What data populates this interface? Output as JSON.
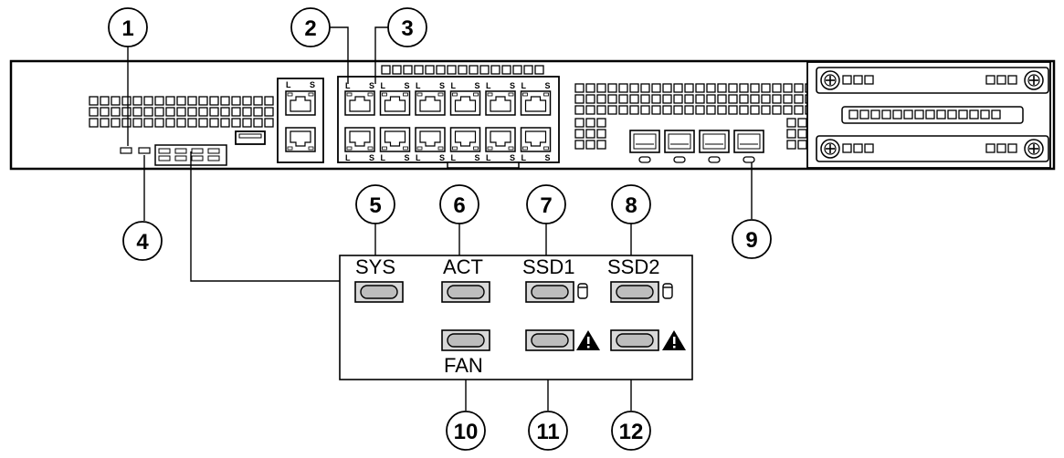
{
  "callouts": [
    "1",
    "2",
    "3",
    "4",
    "5",
    "6",
    "7",
    "8",
    "9",
    "10",
    "11",
    "12"
  ],
  "port_letters": {
    "link": "L",
    "speed": "S"
  },
  "led_panel": {
    "sys_label": "SYS",
    "act_label": "ACT",
    "ssd1_label": "SSD1",
    "ssd2_label": "SSD2",
    "fan_label": "FAN"
  },
  "icons": {
    "ssd_presence": "drive-icon",
    "ssd_fault": "warning-triangle-icon",
    "chassis_screw": "thumbscrew-icon"
  },
  "colors": {
    "line": "#000000",
    "chassis_fill": "#ffffff",
    "led_fill": "#d9d9d9",
    "led_inner": "#bdbdbd"
  }
}
